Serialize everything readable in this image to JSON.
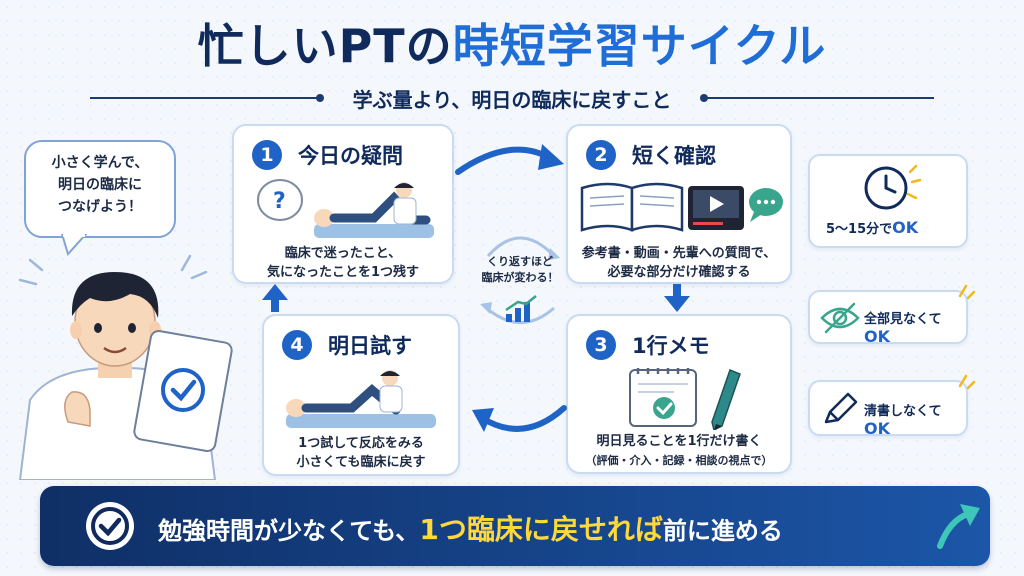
{
  "title": {
    "part1": "忙しいPTの",
    "part2": "時短学習サイクル"
  },
  "subtitle": "学ぶ量より、明日の臨床に戻すこと",
  "speech_bubble": {
    "line1": "小さく学んで、",
    "line2": "明日の臨床に",
    "line3": "つなげよう！"
  },
  "steps": [
    {
      "num": "1",
      "title": "今日の疑問",
      "desc1": "臨床で迷ったこと、",
      "desc2": "気になったことを1つ残す"
    },
    {
      "num": "2",
      "title": "短く確認",
      "desc1": "参考書・動画・先輩への質問で、",
      "desc2": "必要な部分だけ確認する"
    },
    {
      "num": "3",
      "title": "1行メモ",
      "desc1": "明日見ることを1行だけ書く",
      "desc2": "（評価・介入・記録・相談の視点で）"
    },
    {
      "num": "4",
      "title": "明日試す",
      "desc1": "1つ試して反応をみる",
      "desc2": "小さくても臨床に戻す"
    }
  ],
  "cycle_center": {
    "line1": "くり返すほど",
    "line2": "臨床が変わる！"
  },
  "side_cards": {
    "time": {
      "text": "5〜15分で",
      "ok": "OK"
    },
    "view": {
      "text": "全部見なくて",
      "ok": "OK"
    },
    "write": {
      "text": "清書しなくて",
      "ok": "OK"
    }
  },
  "bottom": {
    "part1": "勉強時間が少なくても、",
    "highlight": "1つ臨床に戻せれば",
    "part2": "前に進める"
  },
  "colors": {
    "navy": "#102a5c",
    "blue": "#1f63c7",
    "yellow": "#ffd83a"
  }
}
